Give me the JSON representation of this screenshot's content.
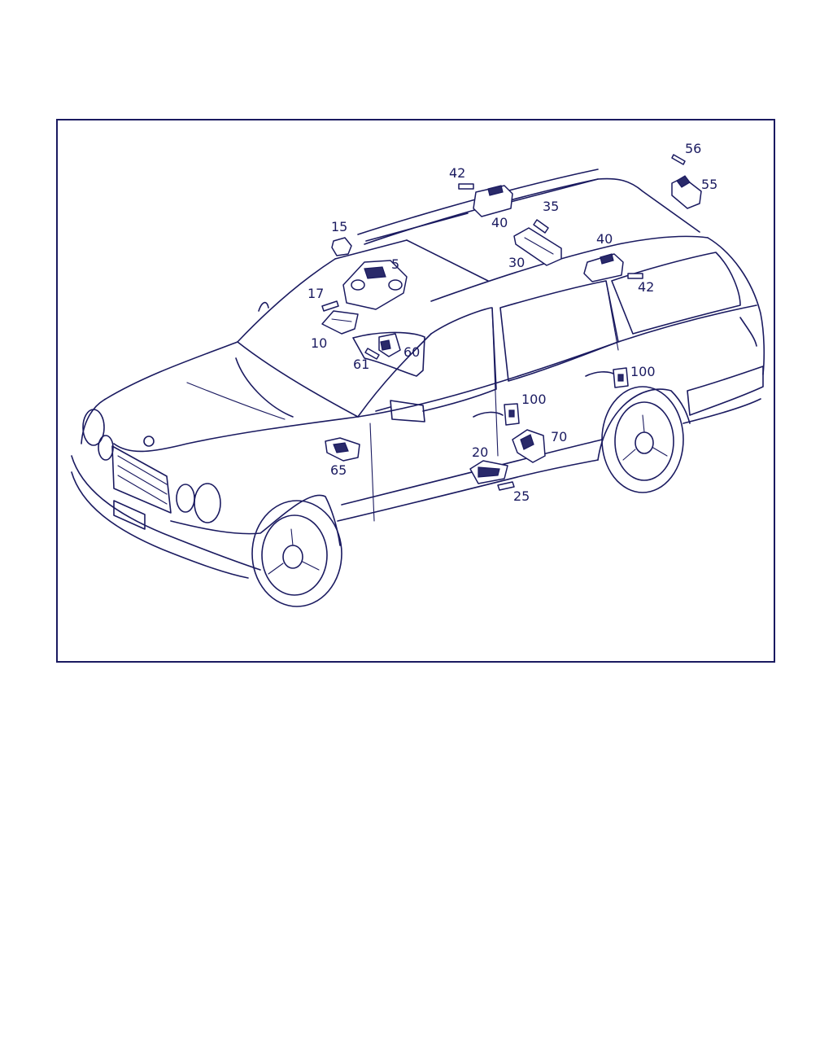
{
  "diagram": {
    "colors": {
      "line": "#1a1a60",
      "background": "#ffffff"
    },
    "callouts": [
      {
        "id": "c56",
        "text": "56"
      },
      {
        "id": "c55",
        "text": "55"
      },
      {
        "id": "c42a",
        "text": "42"
      },
      {
        "id": "c40a",
        "text": "40"
      },
      {
        "id": "c35",
        "text": "35"
      },
      {
        "id": "c15",
        "text": "15"
      },
      {
        "id": "c5",
        "text": "5"
      },
      {
        "id": "c30",
        "text": "30"
      },
      {
        "id": "c40b",
        "text": "40"
      },
      {
        "id": "c42b",
        "text": "42"
      },
      {
        "id": "c17",
        "text": "17"
      },
      {
        "id": "c10",
        "text": "10"
      },
      {
        "id": "c60",
        "text": "60"
      },
      {
        "id": "c61",
        "text": "61"
      },
      {
        "id": "c100a",
        "text": "100"
      },
      {
        "id": "c100b",
        "text": "100"
      },
      {
        "id": "c70",
        "text": "70"
      },
      {
        "id": "c20",
        "text": "20"
      },
      {
        "id": "c65",
        "text": "65"
      },
      {
        "id": "c25",
        "text": "25"
      }
    ]
  }
}
